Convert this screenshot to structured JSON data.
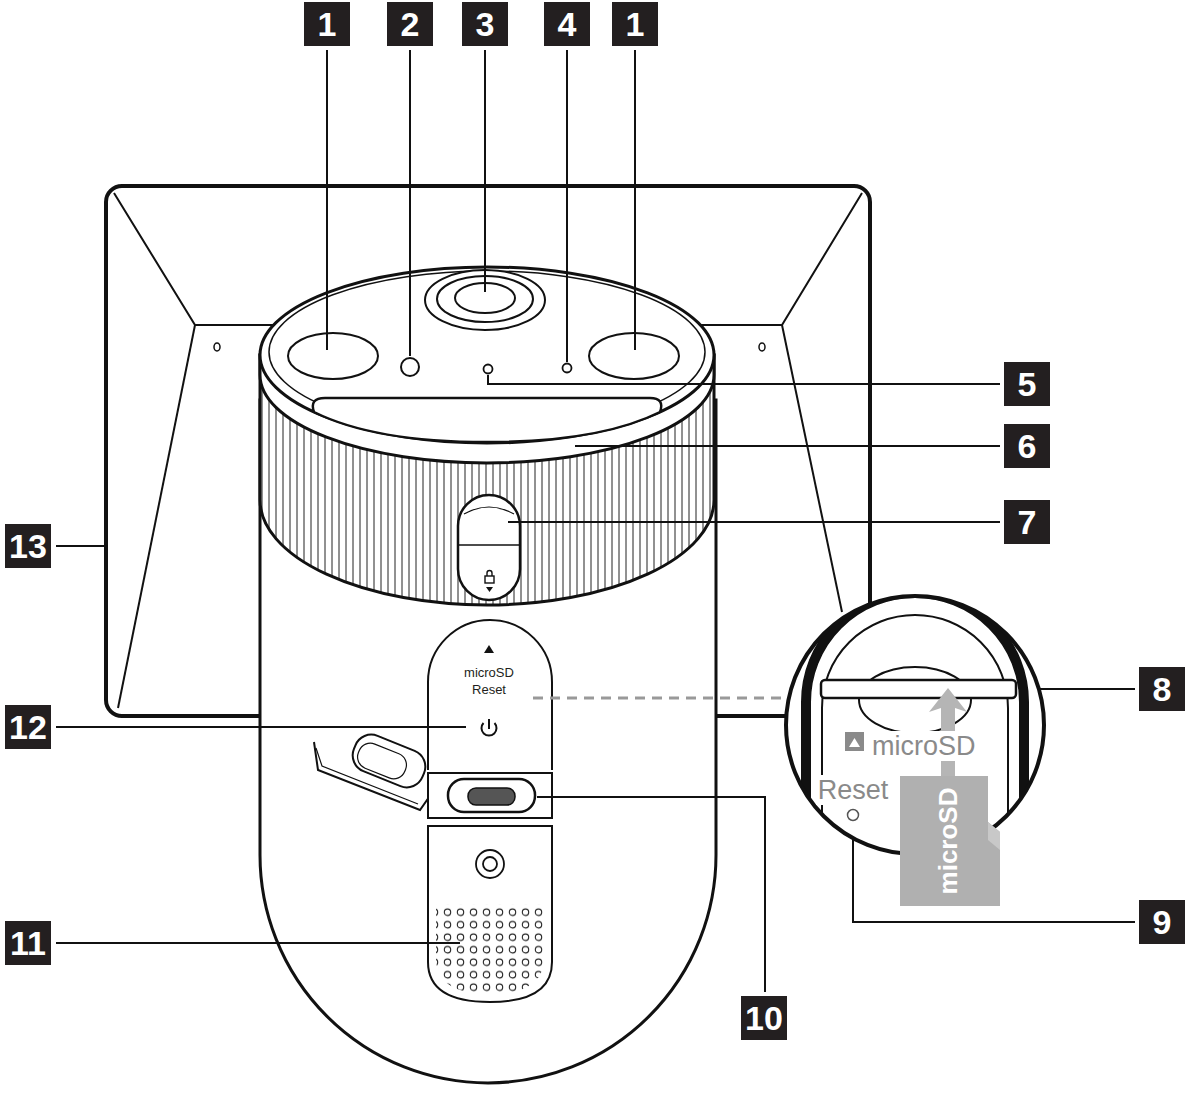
{
  "diagram": {
    "labels": [
      "1",
      "2",
      "3",
      "4",
      "1",
      "5",
      "6",
      "7",
      "8",
      "9",
      "10",
      "13",
      "12",
      "11",
      "microSD",
      "Reset",
      "microSD",
      "Reset",
      "microSD"
    ]
  }
}
